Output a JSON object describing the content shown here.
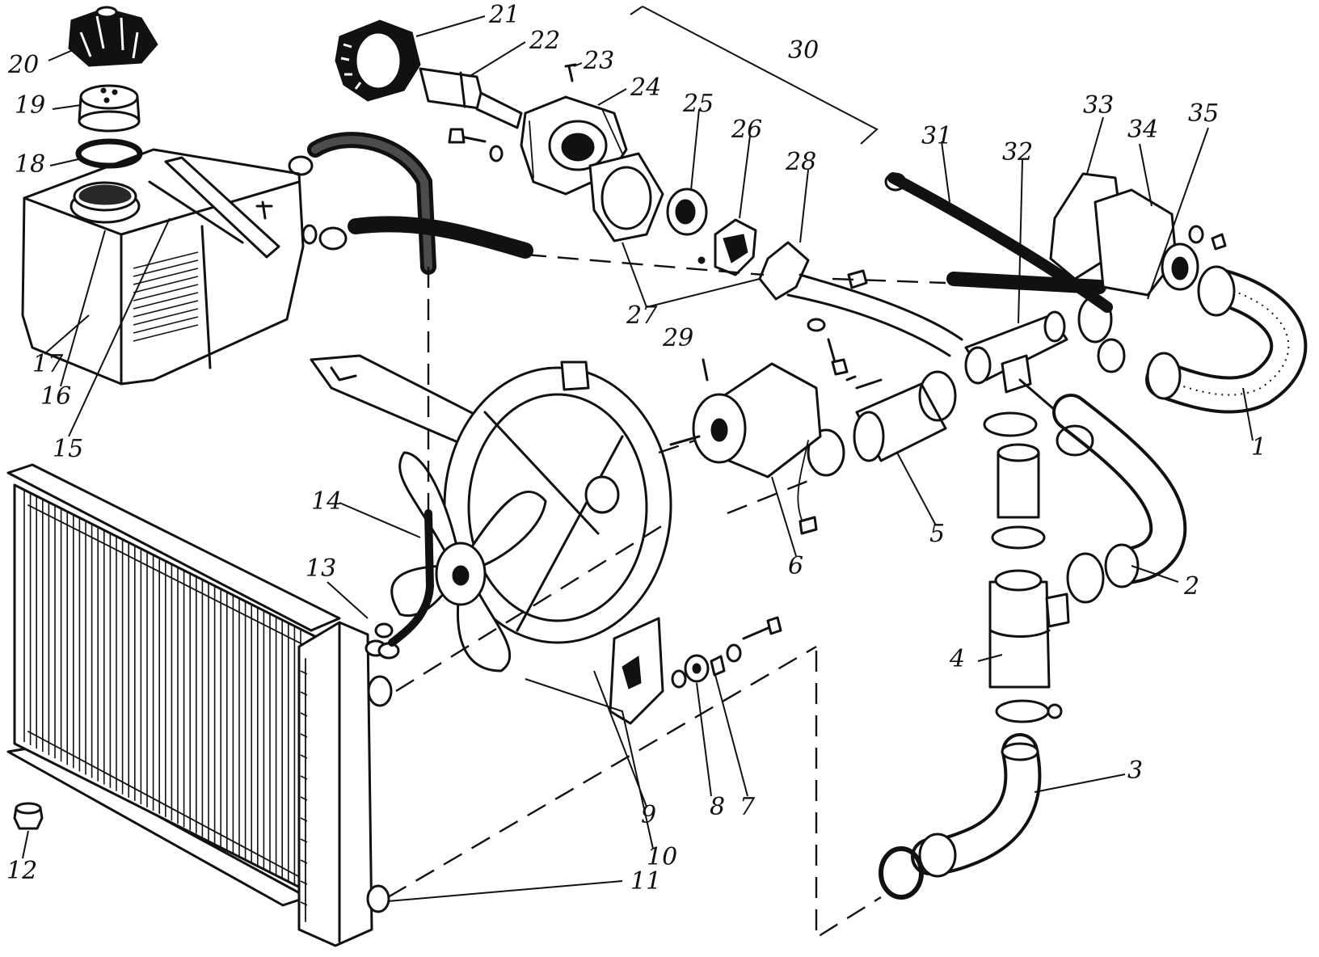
{
  "diagram": {
    "callouts": [
      {
        "id": "1",
        "label": "1"
      },
      {
        "id": "2",
        "label": "2"
      },
      {
        "id": "3",
        "label": "3"
      },
      {
        "id": "4",
        "label": "4"
      },
      {
        "id": "5",
        "label": "5"
      },
      {
        "id": "6",
        "label": "6"
      },
      {
        "id": "7",
        "label": "7"
      },
      {
        "id": "8",
        "label": "8"
      },
      {
        "id": "9",
        "label": "9"
      },
      {
        "id": "10",
        "label": "10"
      },
      {
        "id": "11",
        "label": "11"
      },
      {
        "id": "12",
        "label": "12"
      },
      {
        "id": "13",
        "label": "13"
      },
      {
        "id": "14",
        "label": "14"
      },
      {
        "id": "15",
        "label": "15"
      },
      {
        "id": "16",
        "label": "16"
      },
      {
        "id": "17",
        "label": "17"
      },
      {
        "id": "18",
        "label": "18"
      },
      {
        "id": "19",
        "label": "19"
      },
      {
        "id": "20",
        "label": "20"
      },
      {
        "id": "21",
        "label": "21"
      },
      {
        "id": "22",
        "label": "22"
      },
      {
        "id": "23",
        "label": "23"
      },
      {
        "id": "24",
        "label": "24"
      },
      {
        "id": "25",
        "label": "25"
      },
      {
        "id": "26",
        "label": "26"
      },
      {
        "id": "27",
        "label": "27"
      },
      {
        "id": "28",
        "label": "28"
      },
      {
        "id": "29",
        "label": "29"
      },
      {
        "id": "30",
        "label": "30"
      },
      {
        "id": "31",
        "label": "31"
      },
      {
        "id": "32",
        "label": "32"
      },
      {
        "id": "33",
        "label": "33"
      },
      {
        "id": "34",
        "label": "34"
      },
      {
        "id": "35",
        "label": "35"
      }
    ]
  }
}
